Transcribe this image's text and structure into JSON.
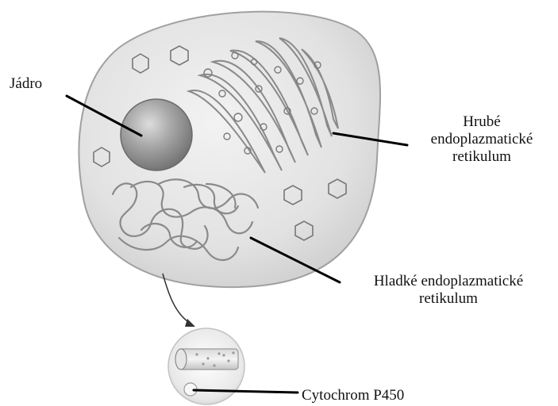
{
  "labels": {
    "nucleus": "Jádro",
    "rough_er_line1": "Hrubé",
    "rough_er_line2": "endoplazmatické",
    "rough_er_line3": "retikulum",
    "smooth_er_line1": "Hladké endoplazmatické",
    "smooth_er_line2": "retikulum",
    "cytochrome": "Cytochrom P450"
  },
  "colors": {
    "cell_fill": "#dcdcdc",
    "cell_stroke": "#9a9a9a",
    "nucleus_fill": "#8f8f8f",
    "pointer": "#000000",
    "label_text": "#111111"
  }
}
